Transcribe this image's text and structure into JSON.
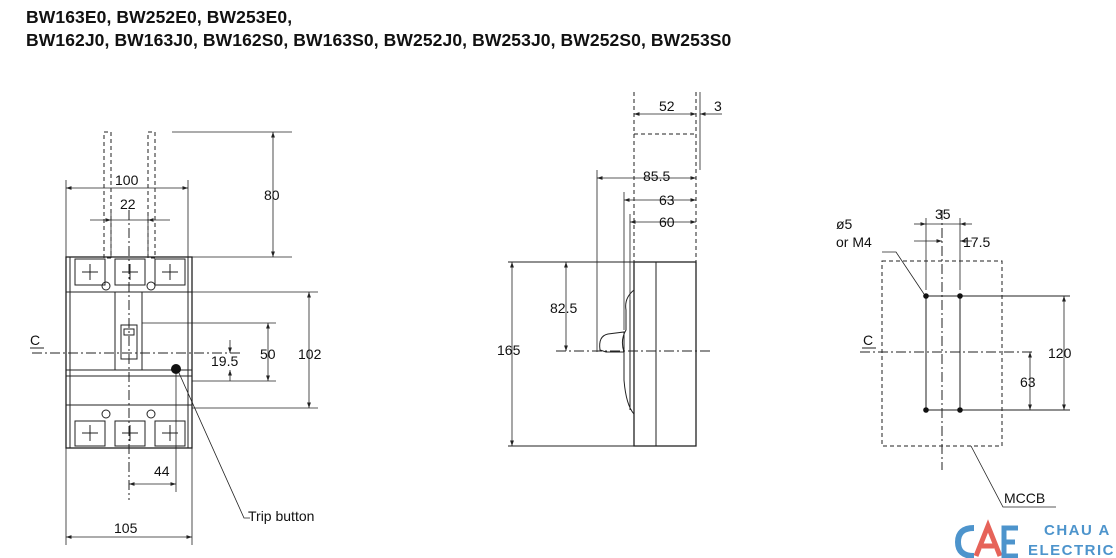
{
  "title": {
    "line1": "BW163E0, BW252E0, BW253E0,",
    "line2": "BW162J0, BW163J0, BW162S0, BW163S0, BW252J0, BW253J0, BW252S0, BW253S0"
  },
  "front_view": {
    "dim_100": "100",
    "dim_22": "22",
    "dim_80": "80",
    "dim_102": "102",
    "dim_50": "50",
    "dim_19_5": "19.5",
    "dim_44": "44",
    "dim_105": "105",
    "centerline_symbol": "C",
    "trip_button_label": "Trip button"
  },
  "side_view": {
    "dim_52": "52",
    "dim_3": "3",
    "dim_85_5": "85.5",
    "dim_63": "63",
    "dim_60": "60",
    "dim_82_5": "82.5",
    "dim_165": "165"
  },
  "mounting_view": {
    "hole_label_1": "ø5",
    "hole_label_2": "or M4",
    "dim_35": "35",
    "dim_17_5": "17.5",
    "dim_120": "120",
    "dim_63": "63",
    "centerline_symbol": "C",
    "mccb_label": "MCCB"
  },
  "logo": {
    "line1": "CHAU A",
    "line2": "ELECTRIC",
    "color_primary": "#2f82c4",
    "color_accent": "#e2483d"
  }
}
